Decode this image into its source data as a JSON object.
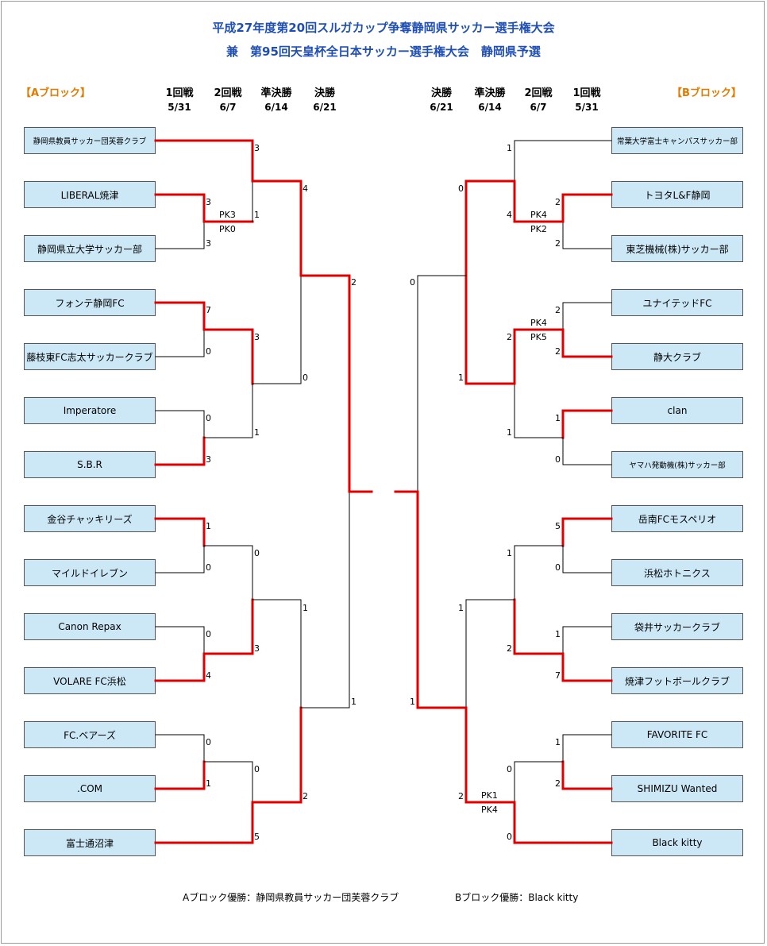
{
  "title": {
    "line1": "平成27年度第20回スルガカップ争奪静岡県サッカー選手権大会",
    "line2": "兼　第95回天皇杯全日本サッカー選手権大会　静岡県予選"
  },
  "colors": {
    "title": "#1f4eb4",
    "block_label": "#e07b00",
    "winner_line": "#e00000",
    "team_box": "#cce8f7"
  },
  "blocks": {
    "a_label": "【Aブロック】",
    "b_label": "【Bブロック】"
  },
  "rounds_left": [
    {
      "name": "1回戦",
      "date": "5/31"
    },
    {
      "name": "2回戦",
      "date": "6/7"
    },
    {
      "name": "準決勝",
      "date": "6/14"
    },
    {
      "name": "決勝",
      "date": "6/21"
    }
  ],
  "rounds_right": [
    {
      "name": "決勝",
      "date": "6/21"
    },
    {
      "name": "準決勝",
      "date": "6/14"
    },
    {
      "name": "2回戦",
      "date": "6/7"
    },
    {
      "name": "1回戦",
      "date": "5/31"
    }
  ],
  "teams_left": [
    "静岡県教員サッカー団芙蓉クラブ",
    "LIBERAL焼津",
    "静岡県立大学サッカー部",
    "フォンテ静岡FC",
    "藤枝東FC志太サッカークラブ",
    "Imperatore",
    "S.B.R",
    "金谷チャッキリーズ",
    "マイルドイレブン",
    "Canon Repax",
    "VOLARE FC浜松",
    "FC.ベアーズ",
    ".COM",
    "富士通沼津"
  ],
  "teams_right": [
    "常葉大学富士キャンパスサッカー部",
    "トヨタL&F静岡",
    "東芝機械(株)サッカー部",
    "ユナイテッドFC",
    "静大クラブ",
    "clan",
    "ヤマハ発動機(株)サッカー部",
    "岳南FCモスペリオ",
    "浜松ホトニクス",
    "袋井サッカークラブ",
    "焼津フットボールクラブ",
    "FAVORITE FC",
    "SHIMIZU Wanted",
    "Black kitty"
  ],
  "scores_left": {
    "r1": [
      "3",
      "3",
      "7",
      "0",
      "0",
      "3",
      "1",
      "0",
      "0",
      "4",
      "0",
      "1"
    ],
    "r2": [
      "3",
      "1",
      "3",
      "1",
      "0",
      "3",
      "0",
      "5"
    ],
    "r3": [
      "4",
      "0",
      "1",
      "2"
    ],
    "final": [
      "2",
      "1"
    ]
  },
  "scores_right": {
    "r1": [
      "2",
      "2",
      "2",
      "2",
      "1",
      "0",
      "5",
      "0",
      "1",
      "7",
      "1",
      "2"
    ],
    "r2": [
      "1",
      "4",
      "2",
      "1",
      "1",
      "2",
      "0",
      "0"
    ],
    "r3": [
      "0",
      "1",
      "1",
      "2"
    ],
    "final": [
      "0",
      "1"
    ]
  },
  "pk": {
    "a1_top": "PK3",
    "a1_bottom": "PK0",
    "b1_top": "PK4",
    "b1_bottom": "PK2",
    "b2_top": "PK4",
    "b2_bottom": "PK5",
    "b3_top": "PK1",
    "b3_bottom": "PK4"
  },
  "footer": {
    "a_winner": "Aブロック優勝：静岡県教員サッカー団芙蓉クラブ",
    "b_winner": "Bブロック優勝：Black kitty"
  }
}
